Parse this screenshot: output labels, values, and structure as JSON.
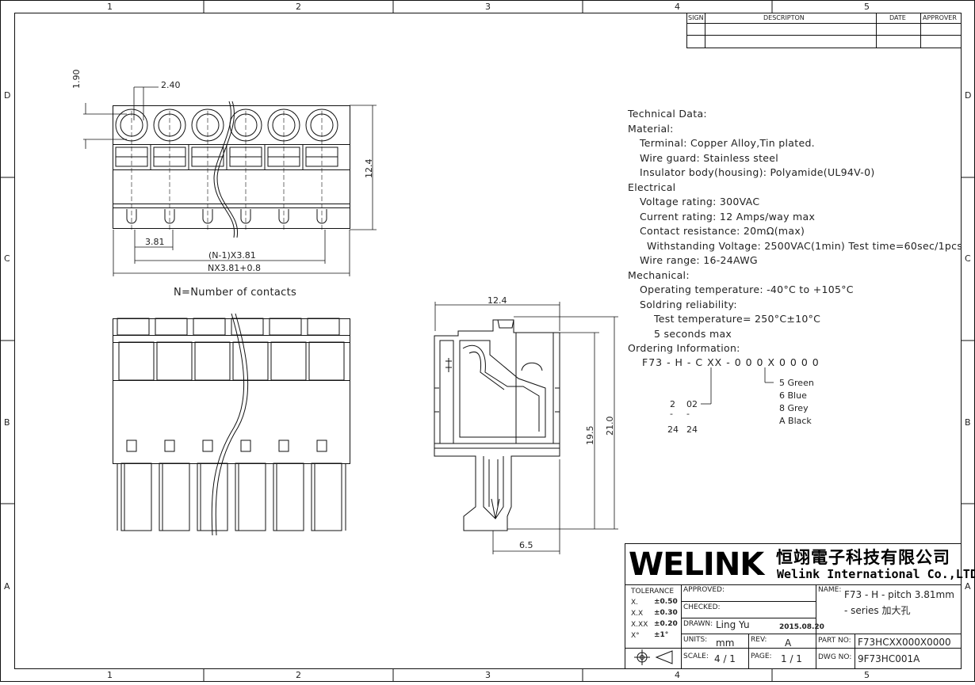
{
  "grid": {
    "columns": [
      "1",
      "2",
      "3",
      "4",
      "5"
    ],
    "rows": [
      "D",
      "C",
      "B",
      "A"
    ]
  },
  "revision_table": {
    "headers": {
      "sign": "SIGN",
      "description": "DESCRIPTON",
      "date": "DATE",
      "approver": "APPROVER"
    }
  },
  "dimensions": {
    "d_1_90": "1.90",
    "d_2_40": "2.40",
    "d_12_4_side": "12.4",
    "d_3_81": "3.81",
    "d_n1_pitch": "(N-1)X3.81",
    "d_nx_pitch": "NX3.81+0.8",
    "note": "N=Number of contacts",
    "d_12_4_top": "12.4",
    "d_19_5": "19.5",
    "d_21_0": "21.0",
    "d_6_5": "6.5"
  },
  "technical": {
    "lines": [
      "Technical Data:",
      "Material:",
      "Terminal: Copper Alloy,Tin plated.",
      "Wire guard: Stainless steel",
      "Insulator body(housing): Polyamide(UL94V-0)",
      "Electrical",
      "Voltage rating: 300VAC",
      "Current rating: 12 Amps/way max",
      "Contact resistance: 20mΩ(max)",
      "Withstanding Voltage: 2500VAC(1min) Test time=60sec/1pcs",
      "Wire range: 16-24AWG",
      "Mechanical:",
      "Operating temperature: -40°C to +105°C",
      "Soldring reliability:",
      "Test temperature= 250°C±10°C",
      "5 seconds max",
      "Ordering Information:"
    ],
    "ordering_code": "F73 - H - C XX - 0 0 0 X 0 0 0 0",
    "range_from_a": "2",
    "range_from_b": "02",
    "range_dash": "-",
    "range_to_a": "24",
    "range_to_b": "24",
    "colors": [
      "5  Green",
      "6  Blue",
      "8  Grey",
      "A  Black"
    ]
  },
  "title_block": {
    "company_logo": "WELINK",
    "company_cn": "恒翊電子科技有限公司",
    "company_en": "Welink International Co.,LTD.",
    "tolerance_label": "TOLERANCE",
    "tolerances": [
      {
        "k": "X.",
        "v": "±0.50"
      },
      {
        "k": "X.X",
        "v": "±0.30"
      },
      {
        "k": "X.XX",
        "v": "±0.20"
      },
      {
        "k": "X°",
        "v": "±1°"
      }
    ],
    "approved_label": "APPROVED:",
    "checked_label": "CHECKED:",
    "drawn_label": "DRAWN:",
    "drawn_by": "Ling Yu",
    "drawn_date": "2015.08.20",
    "units_label": "UNITS:",
    "units": "mm",
    "rev_label": "REV:",
    "rev": "A",
    "scale_label": "SCALE:",
    "scale": "4 / 1",
    "page_label": "PAGE:",
    "page": "1 / 1",
    "name_label": "NAME:",
    "name_line1": "F73 - H - pitch 3.81mm",
    "name_line2": "- series  加大孔",
    "part_no_label": "PART NO:",
    "part_no": "F73HCXX000X0000",
    "dwg_no_label": "DWG NO:",
    "dwg_no": "9F73HC001A"
  }
}
